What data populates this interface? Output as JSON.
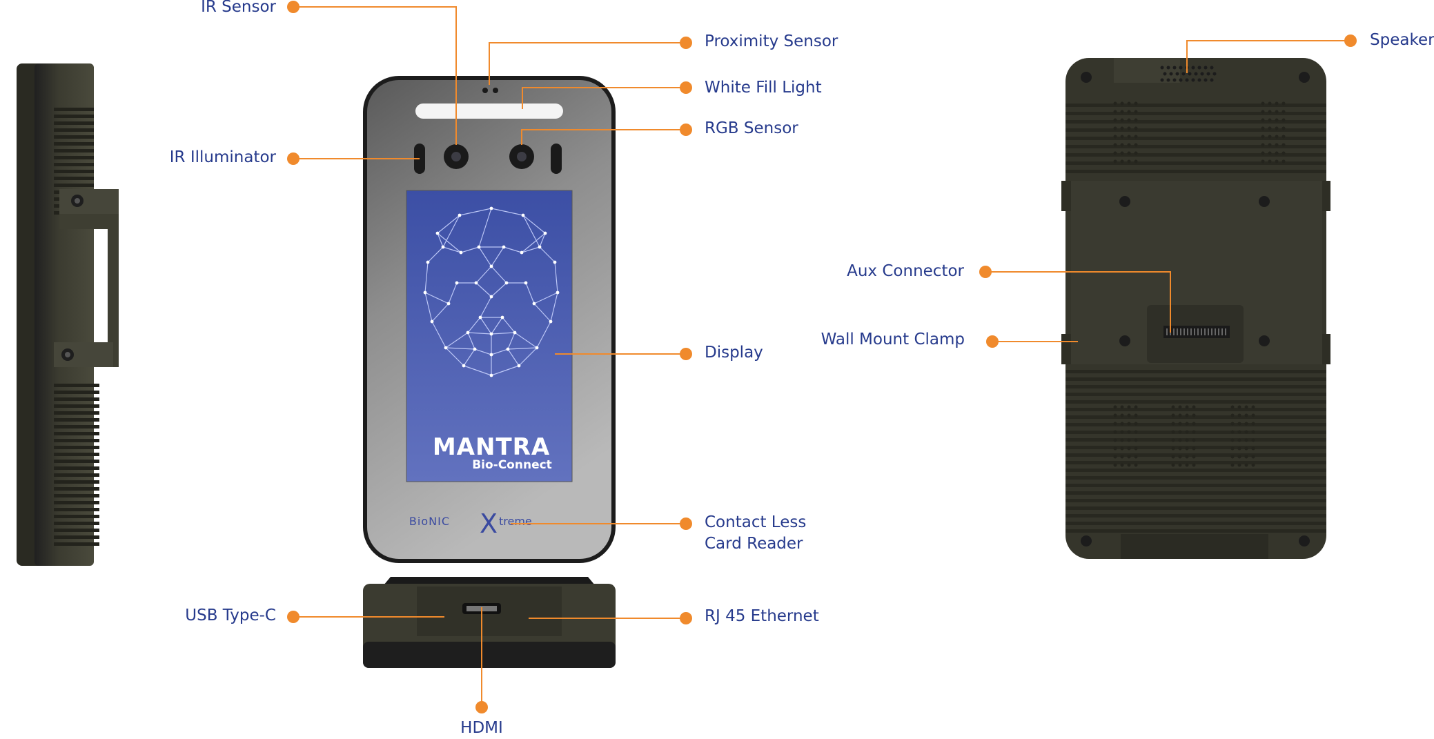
{
  "colors": {
    "accent": "#f08a2c",
    "label_text": "#263a8c",
    "device_body": "#3a3a2e",
    "screen_blue": "#4b5fb0"
  },
  "screen": {
    "brand": "MANTRA",
    "sub_brand": "Bio-Connect"
  },
  "front_panel_logo": {
    "prefix": "BioNIC",
    "x_letter": "X",
    "suffix": "treme"
  },
  "labels": {
    "ir_sensor": "IR Sensor",
    "proximity_sensor": "Proximity Sensor",
    "white_fill_light": "White Fill Light",
    "rgb_sensor": "RGB Sensor",
    "ir_illuminator": "IR Illuminator",
    "display": "Display",
    "contact_less_line1": "Contact Less",
    "contact_less_line2": "Card Reader",
    "usb_type_c": "USB Type-C",
    "rj45_ethernet": "RJ 45 Ethernet",
    "hdmi": "HDMI",
    "speaker": "Speaker",
    "aux_connector": "Aux Connector",
    "wall_mount_clamp": "Wall Mount Clamp"
  }
}
